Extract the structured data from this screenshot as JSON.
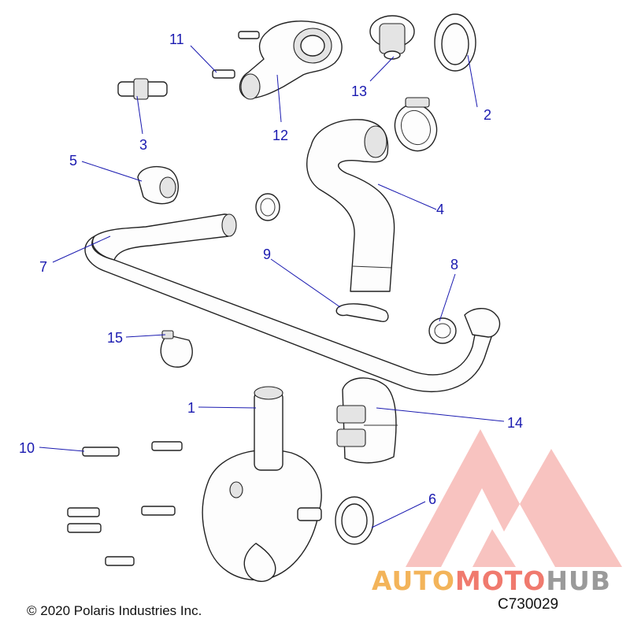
{
  "diagram": {
    "callouts": [
      {
        "id": "1",
        "label": "1"
      },
      {
        "id": "2",
        "label": "2"
      },
      {
        "id": "3",
        "label": "3"
      },
      {
        "id": "4",
        "label": "4"
      },
      {
        "id": "5",
        "label": "5"
      },
      {
        "id": "6",
        "label": "6"
      },
      {
        "id": "7",
        "label": "7"
      },
      {
        "id": "8",
        "label": "8"
      },
      {
        "id": "9",
        "label": "9"
      },
      {
        "id": "10",
        "label": "10"
      },
      {
        "id": "11",
        "label": "11"
      },
      {
        "id": "12",
        "label": "12"
      },
      {
        "id": "13",
        "label": "13"
      },
      {
        "id": "14",
        "label": "14"
      },
      {
        "id": "15",
        "label": "15"
      }
    ],
    "callout_color": "#1a1ab0"
  },
  "footer": {
    "copyright": "© 2020 Polaris Industries Inc.",
    "code": "C730029"
  },
  "watermark": {
    "brand_part1": "AUTO",
    "brand_part2": "MOTO",
    "brand_part3": "HUB",
    "color1": "#f3b45a",
    "color2": "#f07a6e",
    "color3": "#9a9a9a"
  }
}
